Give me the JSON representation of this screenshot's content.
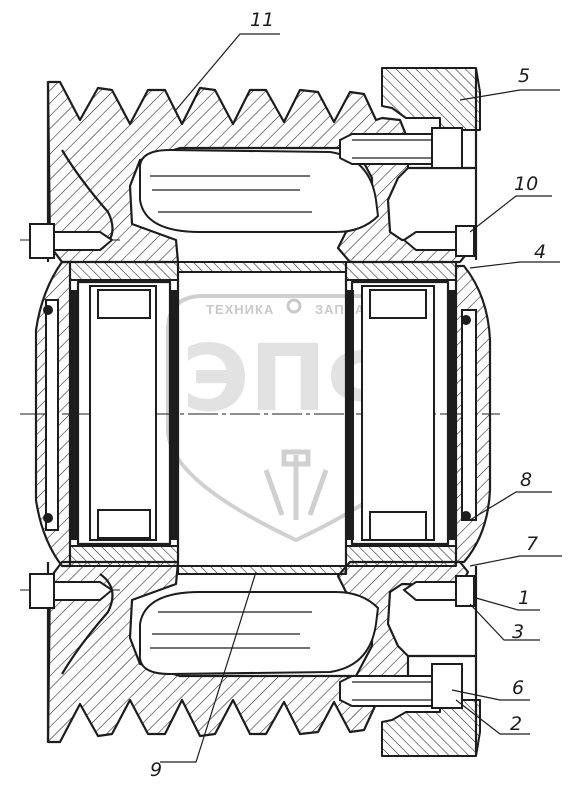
{
  "watermark": {
    "brand_text_left": "ТЕХНИКА",
    "brand_text_right": "ЗАПЧАСТИ",
    "logo_letters": "ЭПФ"
  },
  "callouts": [
    {
      "id": "11",
      "label": "11"
    },
    {
      "id": "5",
      "label": "5"
    },
    {
      "id": "10",
      "label": "10"
    },
    {
      "id": "4",
      "label": "4"
    },
    {
      "id": "8",
      "label": "8"
    },
    {
      "id": "7",
      "label": "7"
    },
    {
      "id": "1",
      "label": "1"
    },
    {
      "id": "3",
      "label": "3"
    },
    {
      "id": "6",
      "label": "6"
    },
    {
      "id": "2",
      "label": "2"
    },
    {
      "id": "9",
      "label": "9"
    }
  ],
  "colors": {
    "line": "#1d1d1d",
    "watermark": "#d6d6d6"
  }
}
